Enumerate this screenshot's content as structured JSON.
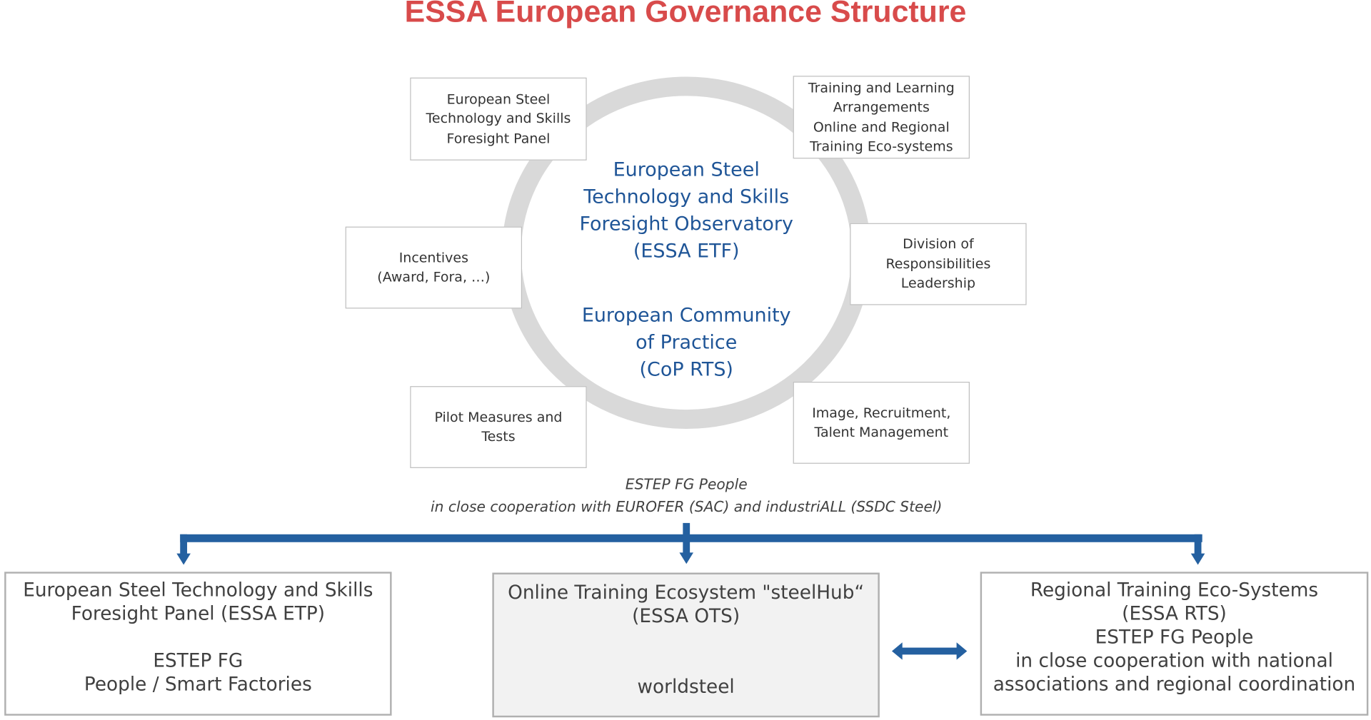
{
  "title": "ESSA European Governance Structure",
  "colors": {
    "title": "#d84b4b",
    "center_text": "#1f5597",
    "ring": "#d9d9d9",
    "connector": "#2460a0"
  },
  "ring_boxes": [
    {
      "lines": [
        "European Steel",
        "Technology and Skills",
        "Foresight Panel"
      ]
    },
    {
      "lines": [
        "Training and Learning",
        "Arrangements",
        "Online and Regional",
        "Training Eco-systems"
      ]
    },
    {
      "lines": [
        "Incentives",
        "(Award, Fora, …)"
      ]
    },
    {
      "lines": [
        "Division of",
        "Responsibilities",
        "Leadership"
      ]
    },
    {
      "lines": [
        "Pilot Measures and",
        "Tests"
      ]
    },
    {
      "lines": [
        "Image, Recruitment,",
        "Talent Management"
      ]
    }
  ],
  "center": {
    "observatory": [
      "European Steel",
      "Technology and Skills",
      "Foresight Observatory",
      "(ESSA ETF)"
    ],
    "community": [
      "European Community",
      "of Practice",
      "(CoP RTS)"
    ]
  },
  "cooperation": [
    "ESTEP FG People",
    "in close cooperation with EUROFER (SAC) and industriALL (SSDC Steel)"
  ],
  "bottom_boxes": [
    {
      "lines": [
        "European Steel Technology and Skills",
        "Foresight Panel (ESSA ETP)",
        "",
        "ESTEP FG",
        "People / Smart Factories"
      ]
    },
    {
      "lines": [
        "Online Training Ecosystem \"steelHub“",
        "(ESSA OTS)",
        "",
        "",
        "worldsteel"
      ]
    },
    {
      "lines": [
        "Regional Training Eco-Systems",
        "(ESSA RTS)",
        "ESTEP FG People",
        "in close cooperation with national",
        "associations and regional coordination"
      ]
    }
  ]
}
